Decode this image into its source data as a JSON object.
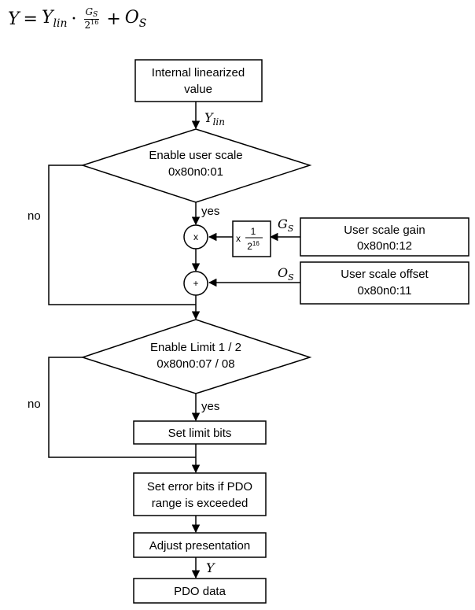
{
  "formula": {
    "lhs": "Y",
    "eq": "=",
    "y_lin_base": "Y",
    "y_lin_sub": "lin",
    "dot": "·",
    "gain_base": "G",
    "gain_sub": "S",
    "den_base": "2",
    "den_exp": "16",
    "plus": "+",
    "off_base": "O",
    "off_sub": "S"
  },
  "nodes": {
    "internal": {
      "line1": "Internal linearized",
      "line2": "value"
    },
    "enable_scale": {
      "line1": "Enable user scale",
      "line2": "0x80n0:01"
    },
    "multiply": {
      "symbol": "x"
    },
    "add": {
      "symbol": "+"
    },
    "scale_factor": {
      "prefix": "x",
      "num": "1",
      "den_base": "2",
      "den_exp": "16"
    },
    "gain": {
      "line1": "User scale gain",
      "line2": "0x80n0:12"
    },
    "offset": {
      "line1": "User scale offset",
      "line2": "0x80n0:11"
    },
    "enable_limit": {
      "line1": "Enable Limit 1 / 2",
      "line2": "0x80n0:07 / 08"
    },
    "set_limit": {
      "label": "Set limit bits"
    },
    "set_error": {
      "line1": "Set error bits if PDO",
      "line2": "range is exceeded"
    },
    "adjust": {
      "label": "Adjust presentation"
    },
    "pdo": {
      "label": "PDO data"
    }
  },
  "edge_labels": {
    "y_lin_base": "Y",
    "y_lin_sub": "lin",
    "gs_base": "G",
    "gs_sub": "S",
    "os_base": "O",
    "os_sub": "S",
    "y_out": "Y",
    "yes1": "yes",
    "no1": "no",
    "yes2": "yes",
    "no2": "no"
  }
}
